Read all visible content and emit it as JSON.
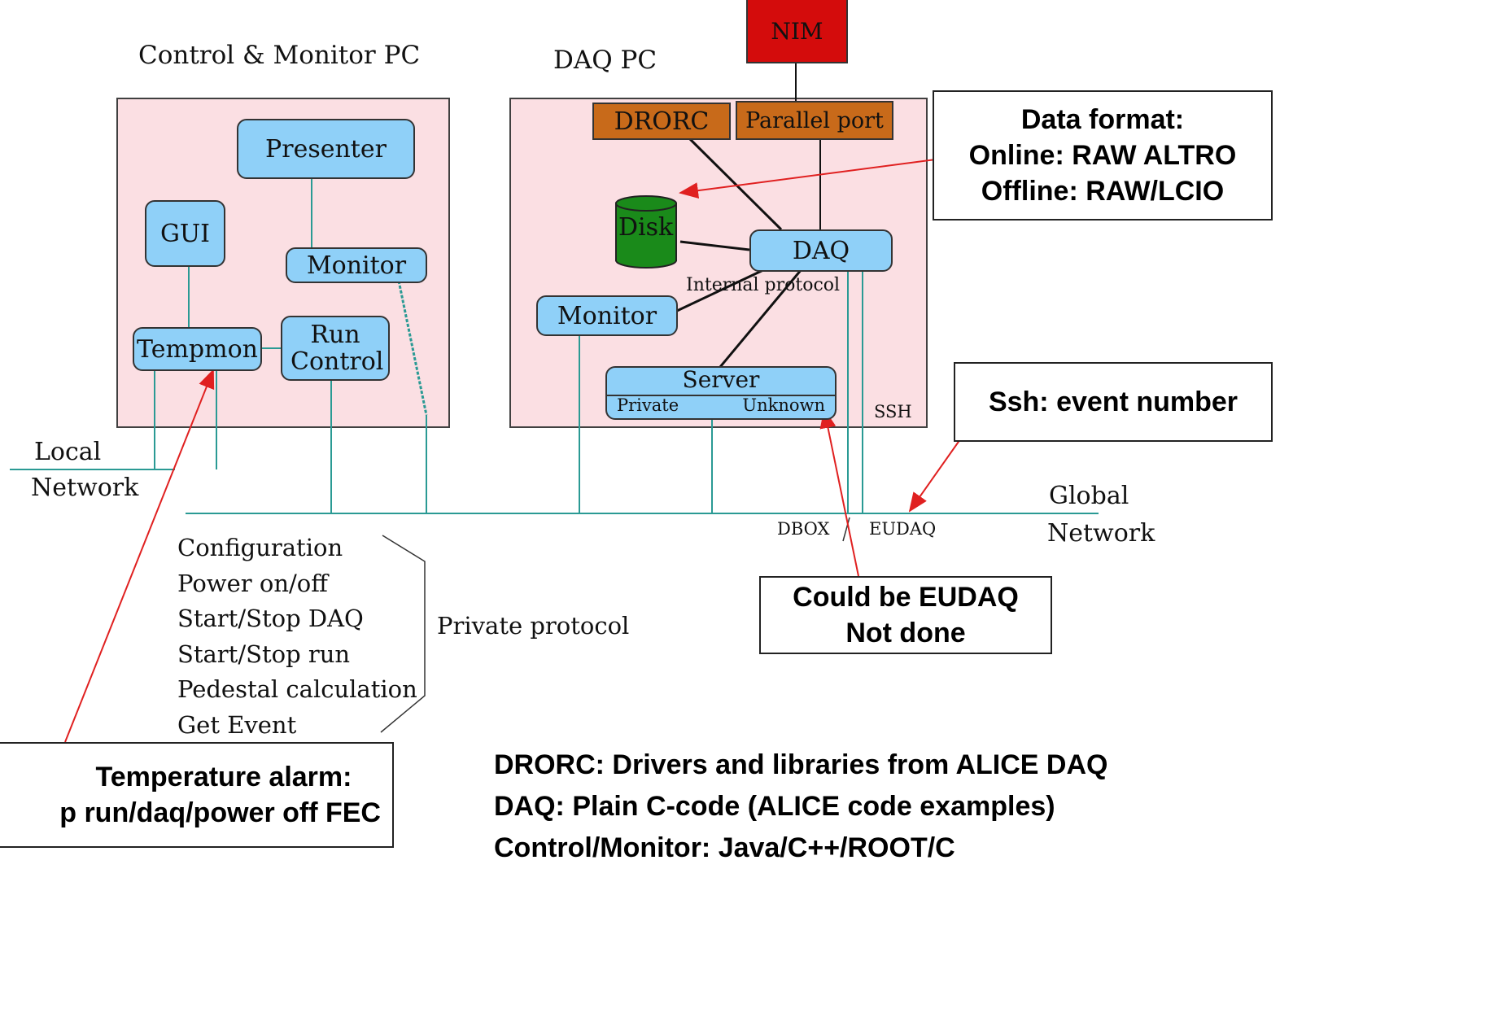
{
  "pc_labels": {
    "control": "Control & Monitor PC",
    "daq": "DAQ PC"
  },
  "nodes": {
    "presenter": "Presenter",
    "gui": "GUI",
    "monitor_left": "Monitor",
    "tempmon": "Tempmon",
    "run_control": "Run Control",
    "daq": "DAQ",
    "monitor_right": "Monitor",
    "server": "Server",
    "server_private": "Private",
    "server_unknown": "Unknown",
    "disk": "Disk",
    "nim": "NIM",
    "drorc": "DRORC",
    "parallel_port": "Parallel port"
  },
  "labels": {
    "internal_protocol": "Internal protocol",
    "ssh": "SSH",
    "local_network_1": "Local",
    "local_network_2": "Network",
    "global_network_1": "Global",
    "global_network_2": "Network",
    "dbox": "DBOX",
    "eudaq": "EUDAQ",
    "private_protocol": "Private protocol"
  },
  "protocol_commands": [
    "Configuration",
    "Power on/off",
    "Start/Stop DAQ",
    "Start/Stop run",
    "Pedestal calculation",
    "Get Event"
  ],
  "callouts": {
    "data_format": [
      "Data format:",
      "Online: RAW ALTRO",
      "Offline: RAW/LCIO"
    ],
    "ssh_event": "Ssh: event number",
    "eudaq": [
      "Could be EUDAQ",
      "Not done"
    ],
    "temperature": [
      "Temperature alarm:",
      "p run/daq/power off FEC"
    ]
  },
  "footer_notes": [
    "DRORC: Drivers and libraries from ALICE DAQ",
    "DAQ: Plain C-code (ALICE code examples)",
    "Control/Monitor: Java/C++/ROOT/C"
  ],
  "colors": {
    "pc_fill": "#fbdfe3",
    "node_fill": "#8fd0f8",
    "hw_fill": "#c86a1a",
    "nim_fill": "#d40c0c",
    "disk_fill": "#1a8a1a",
    "network_line": "#2a9a94",
    "arrow": "#e02020"
  }
}
